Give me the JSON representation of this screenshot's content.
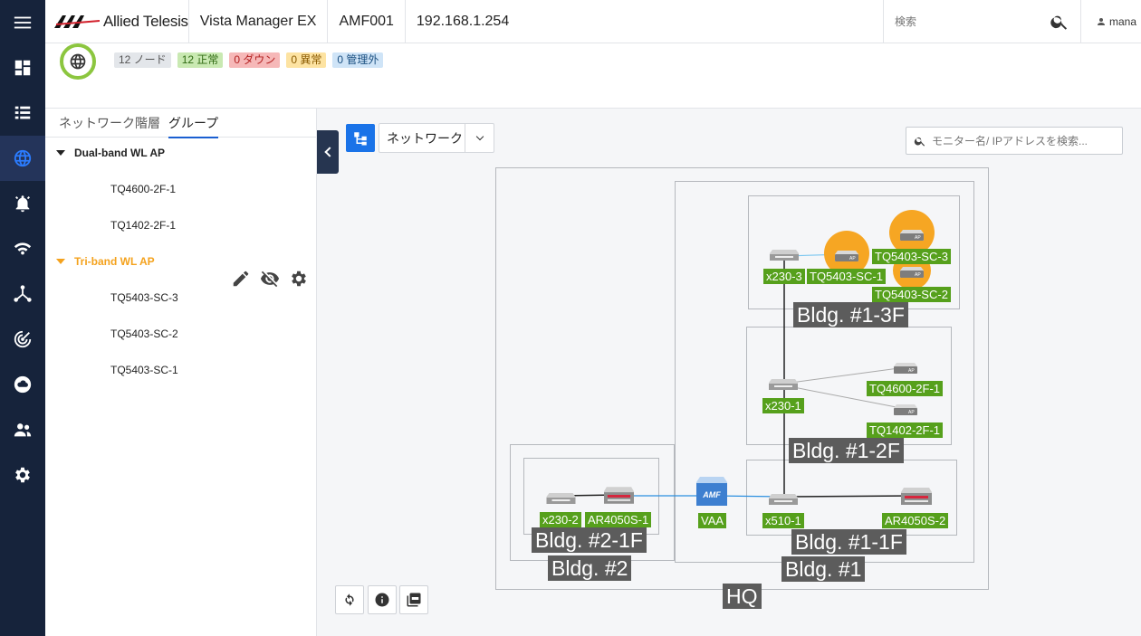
{
  "header": {
    "brand": "Allied Telesis",
    "app_name": "Vista Manager EX",
    "area": "AMF001",
    "ip": "192.168.1.254",
    "search_placeholder": "検索",
    "user": "mana"
  },
  "status": {
    "nodes": "12 ノード",
    "normal": "12 正常",
    "down": "0 ダウン",
    "abnormal": "0 異常",
    "unmanaged": "0 管理外"
  },
  "tree": {
    "tab_hierarchy": "ネットワーク階層",
    "tab_group": "グループ",
    "groups": [
      {
        "name": "Dual-band WL AP",
        "children": [
          "TQ4600-2F-1",
          "TQ1402-2F-1"
        ]
      },
      {
        "name": "Tri-band WL AP",
        "children": [
          "TQ5403-SC-3",
          "TQ5403-SC-2",
          "TQ5403-SC-1"
        ]
      }
    ]
  },
  "map_toolbar": {
    "view_select": "ネットワーク",
    "monitor_search_placeholder": "モニター名/ IPアドレスを検索..."
  },
  "topology": {
    "groups": [
      "HQ",
      "Bldg. #1",
      "Bldg. #1-3F",
      "Bldg. #1-2F",
      "Bldg. #1-1F",
      "Bldg. #2",
      "Bldg. #2-1F"
    ],
    "devices": [
      "x230-3",
      "TQ5403-SC-1",
      "TQ5403-SC-3",
      "TQ5403-SC-2",
      "x230-1",
      "TQ4600-2F-1",
      "TQ1402-2F-1",
      "x510-1",
      "AR4050S-2",
      "VAA",
      "x230-2",
      "AR4050S-1"
    ],
    "ap_label": "AP",
    "amf_label": "AMF"
  },
  "colors": {
    "rail_bg": "#16233b",
    "accent": "#1a73e8",
    "device_tag": "#56a01c",
    "group_tag": "#5c5c5c",
    "highlight": "#f4a21d"
  }
}
